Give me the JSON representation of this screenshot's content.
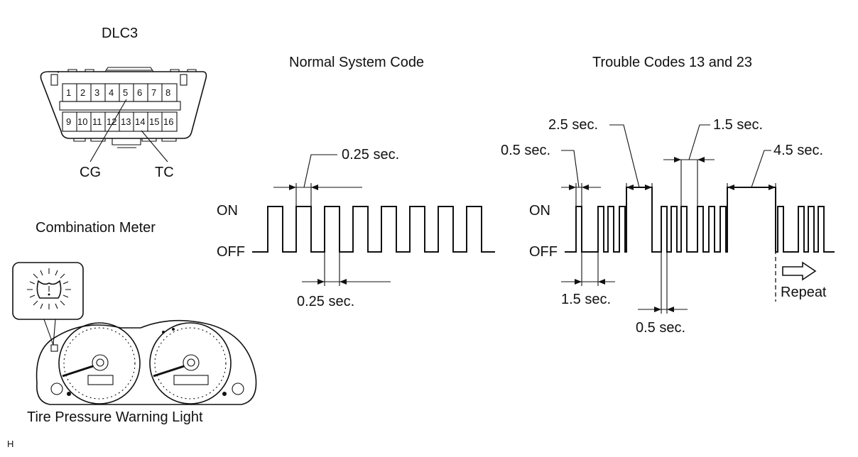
{
  "dlc3": {
    "title": "DLC3",
    "top_pins": [
      "1",
      "2",
      "3",
      "4",
      "5",
      "6",
      "7",
      "8"
    ],
    "bottom_pins": [
      "9",
      "10",
      "11",
      "12",
      "13",
      "14",
      "15",
      "16"
    ],
    "cg_label": "CG",
    "tc_label": "TC"
  },
  "meter": {
    "title": "Combination Meter",
    "caption": "Tire Pressure Warning Light",
    "icon": "tire-pressure-warning-icon"
  },
  "normal": {
    "title": "Normal System Code",
    "on_label": "ON",
    "off_label": "OFF",
    "top_dim": "0.25 sec.",
    "bottom_dim": "0.25 sec."
  },
  "trouble": {
    "title": "Trouble Codes 13 and 23",
    "on_label": "ON",
    "off_label": "OFF",
    "dim_2_5": "2.5 sec.",
    "dim_0_5_top": "0.5 sec.",
    "dim_1_5_top": "1.5 sec.",
    "dim_4_5": "4.5 sec.",
    "dim_1_5_bottom": "1.5 sec.",
    "dim_0_5_bottom": "0.5 sec.",
    "repeat": "Repeat"
  },
  "corner_mark": "H"
}
